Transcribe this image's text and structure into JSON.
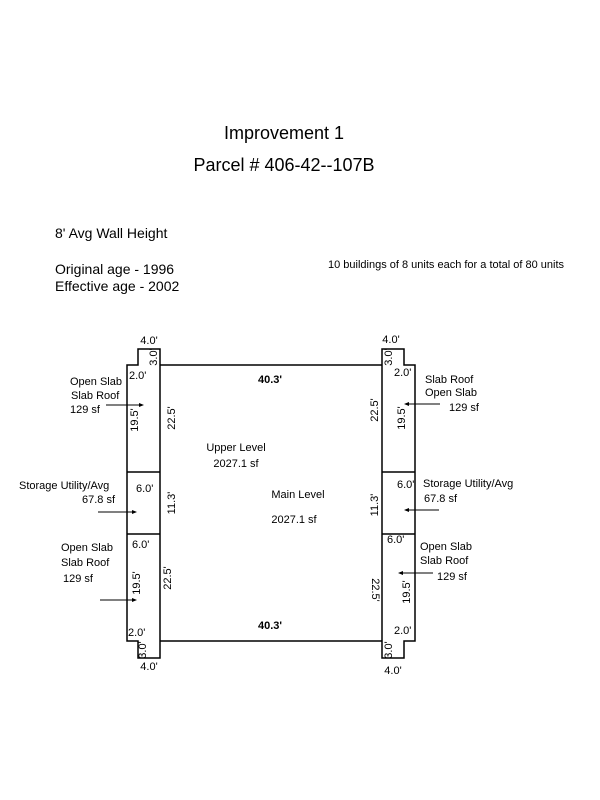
{
  "header": {
    "title": "Improvement 1",
    "parcel": "Parcel # 406-42--107B"
  },
  "info": {
    "wall_height": "8' Avg Wall Height",
    "original_age": "Original age - 1996",
    "effective_age": "Effective age - 2002",
    "buildings_note": "10 buildings of 8 units each for a total of 80 units"
  },
  "main": {
    "top_width": "40.3'",
    "bottom_width": "40.3'",
    "upper_label": "Upper Level",
    "upper_area": "2027.1 sf",
    "main_label": "Main Level",
    "main_area": "2027.1 sf"
  },
  "left": {
    "top_notch_w": "4.0'",
    "top_notch_h": "3.0'",
    "top_step": "2.0'",
    "top_inner": "19.5'",
    "top_outer": "22.5'",
    "top_label1": "Open Slab",
    "top_label2": "Slab Roof",
    "top_area": "129 sf",
    "storage_w": "6.0'",
    "storage_h": "11.3'",
    "storage_label": "Storage Utility/Avg",
    "storage_area": "67.8 sf",
    "bot_w": "6.0'",
    "bot_inner": "19.5'",
    "bot_outer": "22.5'",
    "bot_label1": "Open Slab",
    "bot_label2": "Slab Roof",
    "bot_area": "129 sf",
    "bot_step": "2.0'",
    "bot_notch_h": "3.0'",
    "bot_notch_w": "4.0'"
  },
  "right": {
    "top_notch_w": "4.0'",
    "top_notch_h": "3.0'",
    "top_step": "2.0'",
    "top_inner": "19.5'",
    "top_outer": "22.5'",
    "top_label1": "Slab Roof",
    "top_label2": "Open Slab",
    "top_area": "129 sf",
    "storage_w": "6.0'",
    "storage_h": "11.3'",
    "storage_label": "Storage Utility/Avg",
    "storage_area": "67.8 sf",
    "bot_w": "6.0'",
    "bot_inner": "19.5'",
    "bot_outer": "22.5'",
    "bot_label1": "Open Slab",
    "bot_label2": "Slab Roof",
    "bot_area": "129 sf",
    "bot_step": "2.0'",
    "bot_notch_h": "3.0'",
    "bot_notch_w": "4.0'"
  }
}
